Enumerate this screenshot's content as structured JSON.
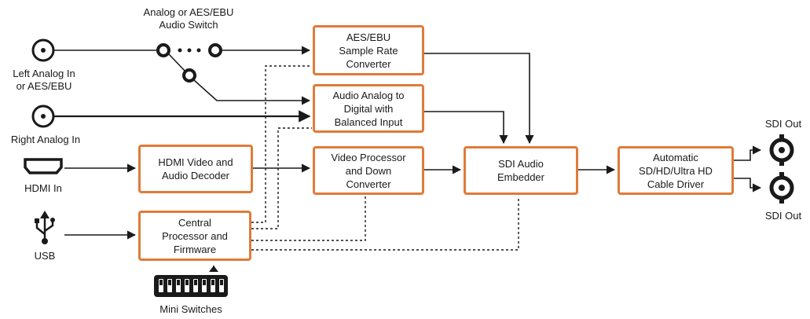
{
  "colors": {
    "box_border": "#e07b39",
    "line": "#1a1a1a",
    "background": "#ffffff"
  },
  "icons": {
    "left_analog": "circle-connector-icon",
    "right_analog": "circle-connector-icon",
    "hdmi": "hdmi-port-icon",
    "usb": "usb-icon",
    "switch": "audio-switch-icon",
    "mini_switches": "dip-switch-icon",
    "sdi_out": "bnc-connector-icon"
  },
  "labels": {
    "audio_switch": "Analog or AES/EBU\nAudio Switch",
    "left_analog_in": "Left Analog In\nor AES/EBU",
    "right_analog_in": "Right Analog In",
    "hdmi_in": "HDMI In",
    "usb": "USB",
    "mini_switches": "Mini Switches",
    "sdi_out_1": "SDI Out",
    "sdi_out_2": "SDI Out"
  },
  "boxes": {
    "aes_src": "AES/EBU\nSample Rate\nConverter",
    "analog_digital": "Audio Analog to\nDigital with\nBalanced Input",
    "hdmi_decoder": "HDMI Video and\nAudio Decoder",
    "video_processor": "Video Processor\nand Down\nConverter",
    "sdi_embedder": "SDI Audio\nEmbedder",
    "cable_driver": "Automatic\nSD/HD/Ultra HD\nCable Driver",
    "cpu": "Central\nProcessor and\nFirmware"
  }
}
